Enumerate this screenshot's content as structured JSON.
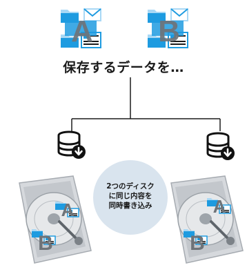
{
  "caption": "保存するデータを…",
  "bubble": {
    "lines": [
      "2つのディスク",
      "に同じ内容を",
      "同時書き込み"
    ]
  },
  "files": {
    "a_letter": "A",
    "b_letter": "B"
  },
  "colors": {
    "folder_blue": "#1e9be0",
    "folder_light": "#a8d8f5",
    "letter_gray": "#6e7378",
    "line": "#1a1a1a",
    "bubble": "#d9e4ee",
    "disk_metal": "#c9cdd2"
  }
}
